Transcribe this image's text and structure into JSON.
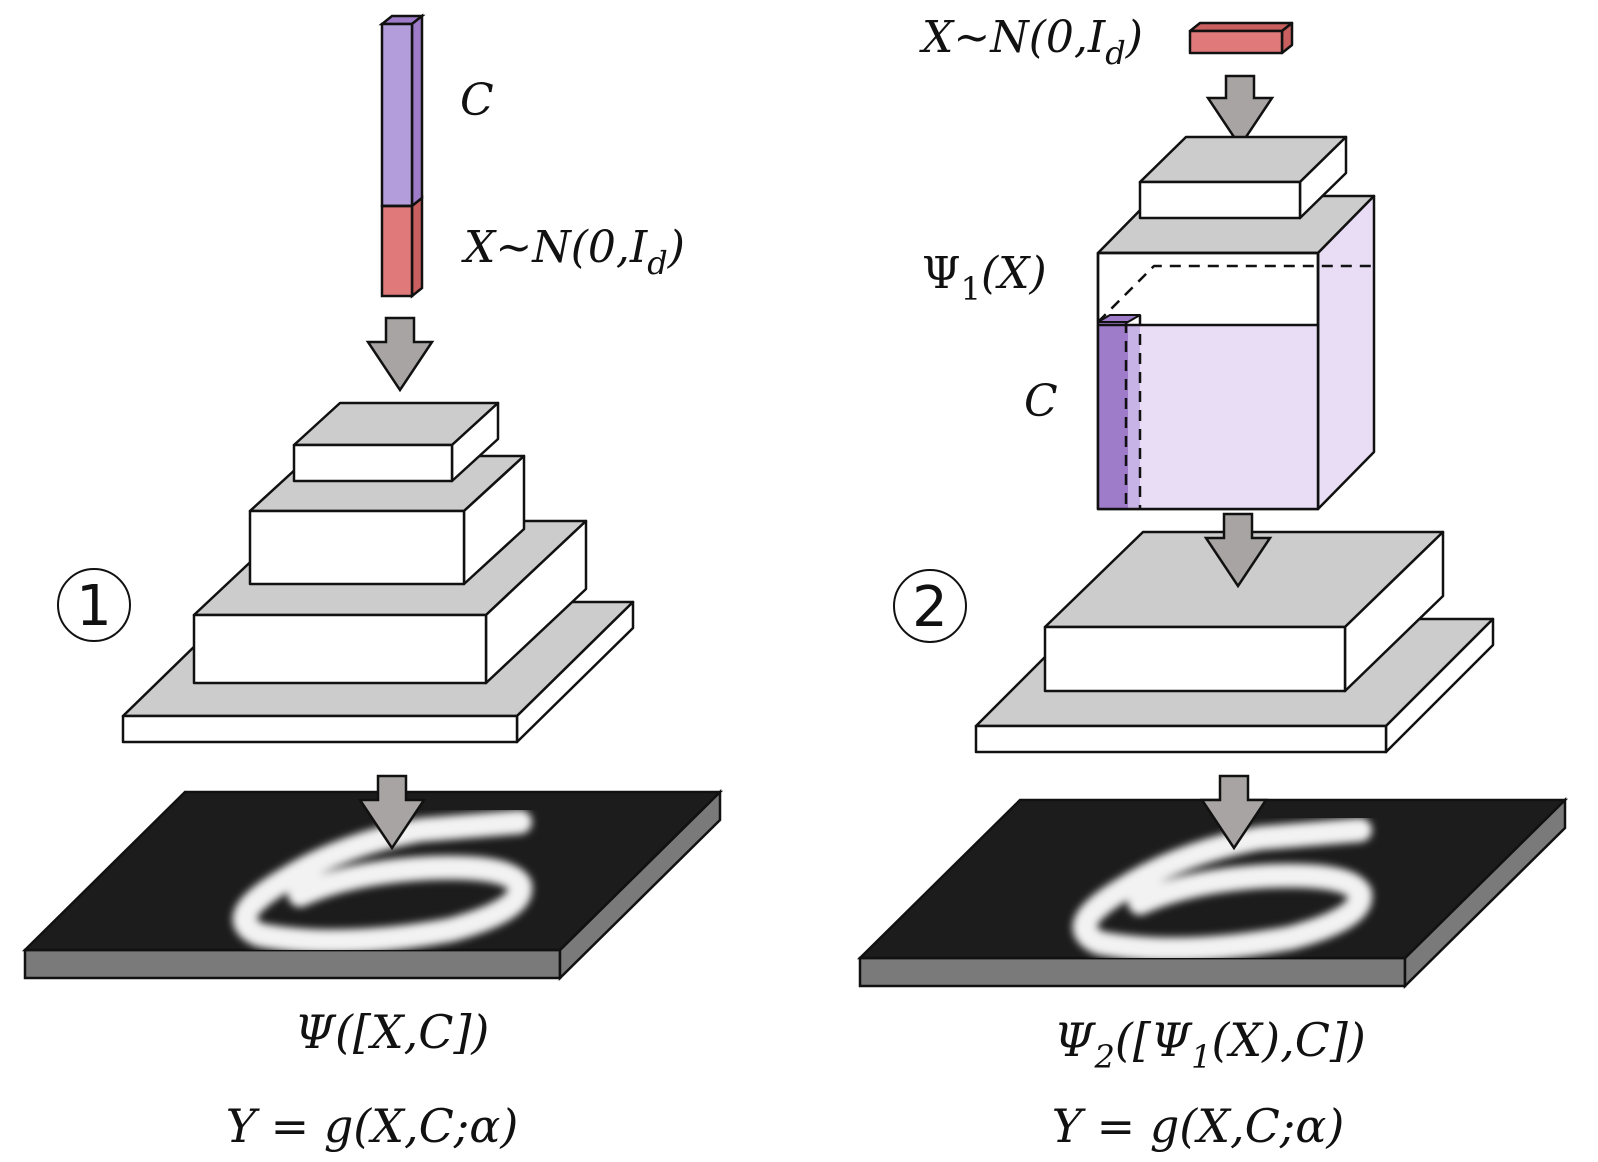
{
  "left": {
    "number": "1",
    "label_c": "C",
    "label_x": "X∼N(0,I",
    "label_x_sub": "d",
    "label_x_close": ")",
    "network": "Ψ([X,C])",
    "equation": "Y = g(X,C;α)"
  },
  "right": {
    "number": "2",
    "label_x": "X∼N(0,I",
    "label_x_sub": "d",
    "label_x_close": ")",
    "psi1_main": "Ψ",
    "psi1_sub": "1",
    "psi1_tail": "(X)",
    "label_c": "C",
    "net_a": "Ψ",
    "net_sub_a": "2",
    "net_b": "([Ψ",
    "net_sub_b": "1",
    "net_c": "(X),C])",
    "equation": "Y = g(X,C;α)"
  },
  "colors": {
    "block_top": "#cccccc",
    "block_front": "#ffffff",
    "noise_red": "#e07a7a",
    "condition_purple": "#b39ddb",
    "condition_dark": "#9f7cc9",
    "condition_light": "#e8ddf4",
    "arrow_gray": "#a8a4a4",
    "image_black": "#1c1c1c",
    "image_side": "#7a7a7a"
  }
}
